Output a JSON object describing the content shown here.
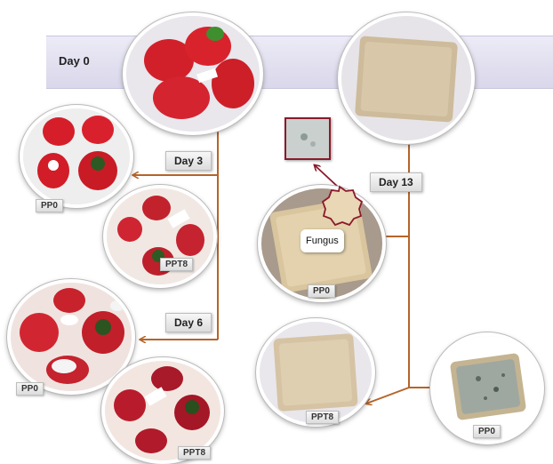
{
  "timeline": {
    "start_label": "Day 0",
    "day3_label": "Day 3",
    "day6_label": "Day 6",
    "day13_label": "Day 13"
  },
  "samples": {
    "strawberry_day3_pp0": "PP0",
    "strawberry_day3_ppt8": "PPT8",
    "strawberry_day6_pp0": "PP0",
    "strawberry_day6_ppt8": "PPT8",
    "bread_day13_pp0_fungus": "PP0",
    "bread_day13_ppt8": "PPT8",
    "bread_day13_pp0": "PP0"
  },
  "annotation": {
    "fungus": "Fungus"
  },
  "colors": {
    "arrow": "#b5642a",
    "band": "#dedcee",
    "zoom_border": "#8b1a2b"
  }
}
